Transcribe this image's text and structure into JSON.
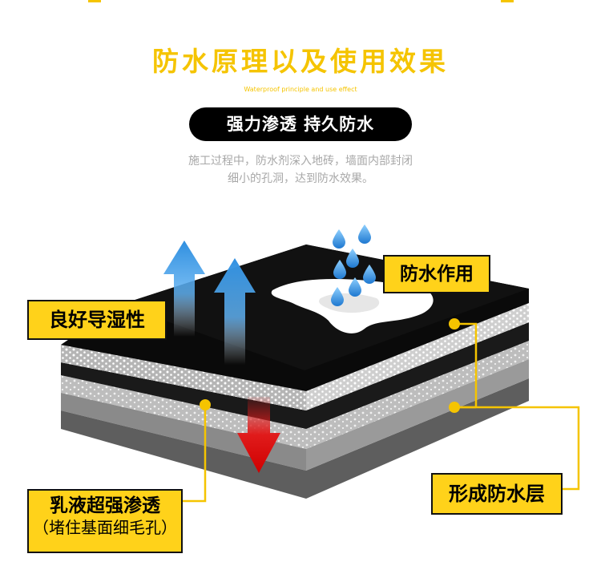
{
  "header": {
    "title": "防水原理以及使用效果",
    "subtitle": "Waterproof principle and use effect"
  },
  "slogan": "强力渗透 持久防水",
  "description": {
    "line1": "施工过程中，防水剂深入地砖，墙面内部封闭",
    "line2": "细小的孔洞，达到防水效果。"
  },
  "callouts": {
    "waterproof_effect": "防水作用",
    "moisture_conductivity": "良好导湿性",
    "emulsion_line1": "乳液超强渗透",
    "emulsion_line2": "（堵住基面细毛孔）",
    "forms_layer": "形成防水层"
  },
  "colors": {
    "accent": "#f5c400",
    "callout_fill": "#ffd21a",
    "up_arrow": "#2f8fe0",
    "down_arrow": "#e01b1b",
    "top_slab": "#0a0a0a",
    "porous_layer": "#c9c9c9",
    "base_layer": "#7a7a7a"
  },
  "icons": [
    "arrow-up-icon",
    "arrow-down-icon",
    "water-drop-icon"
  ]
}
